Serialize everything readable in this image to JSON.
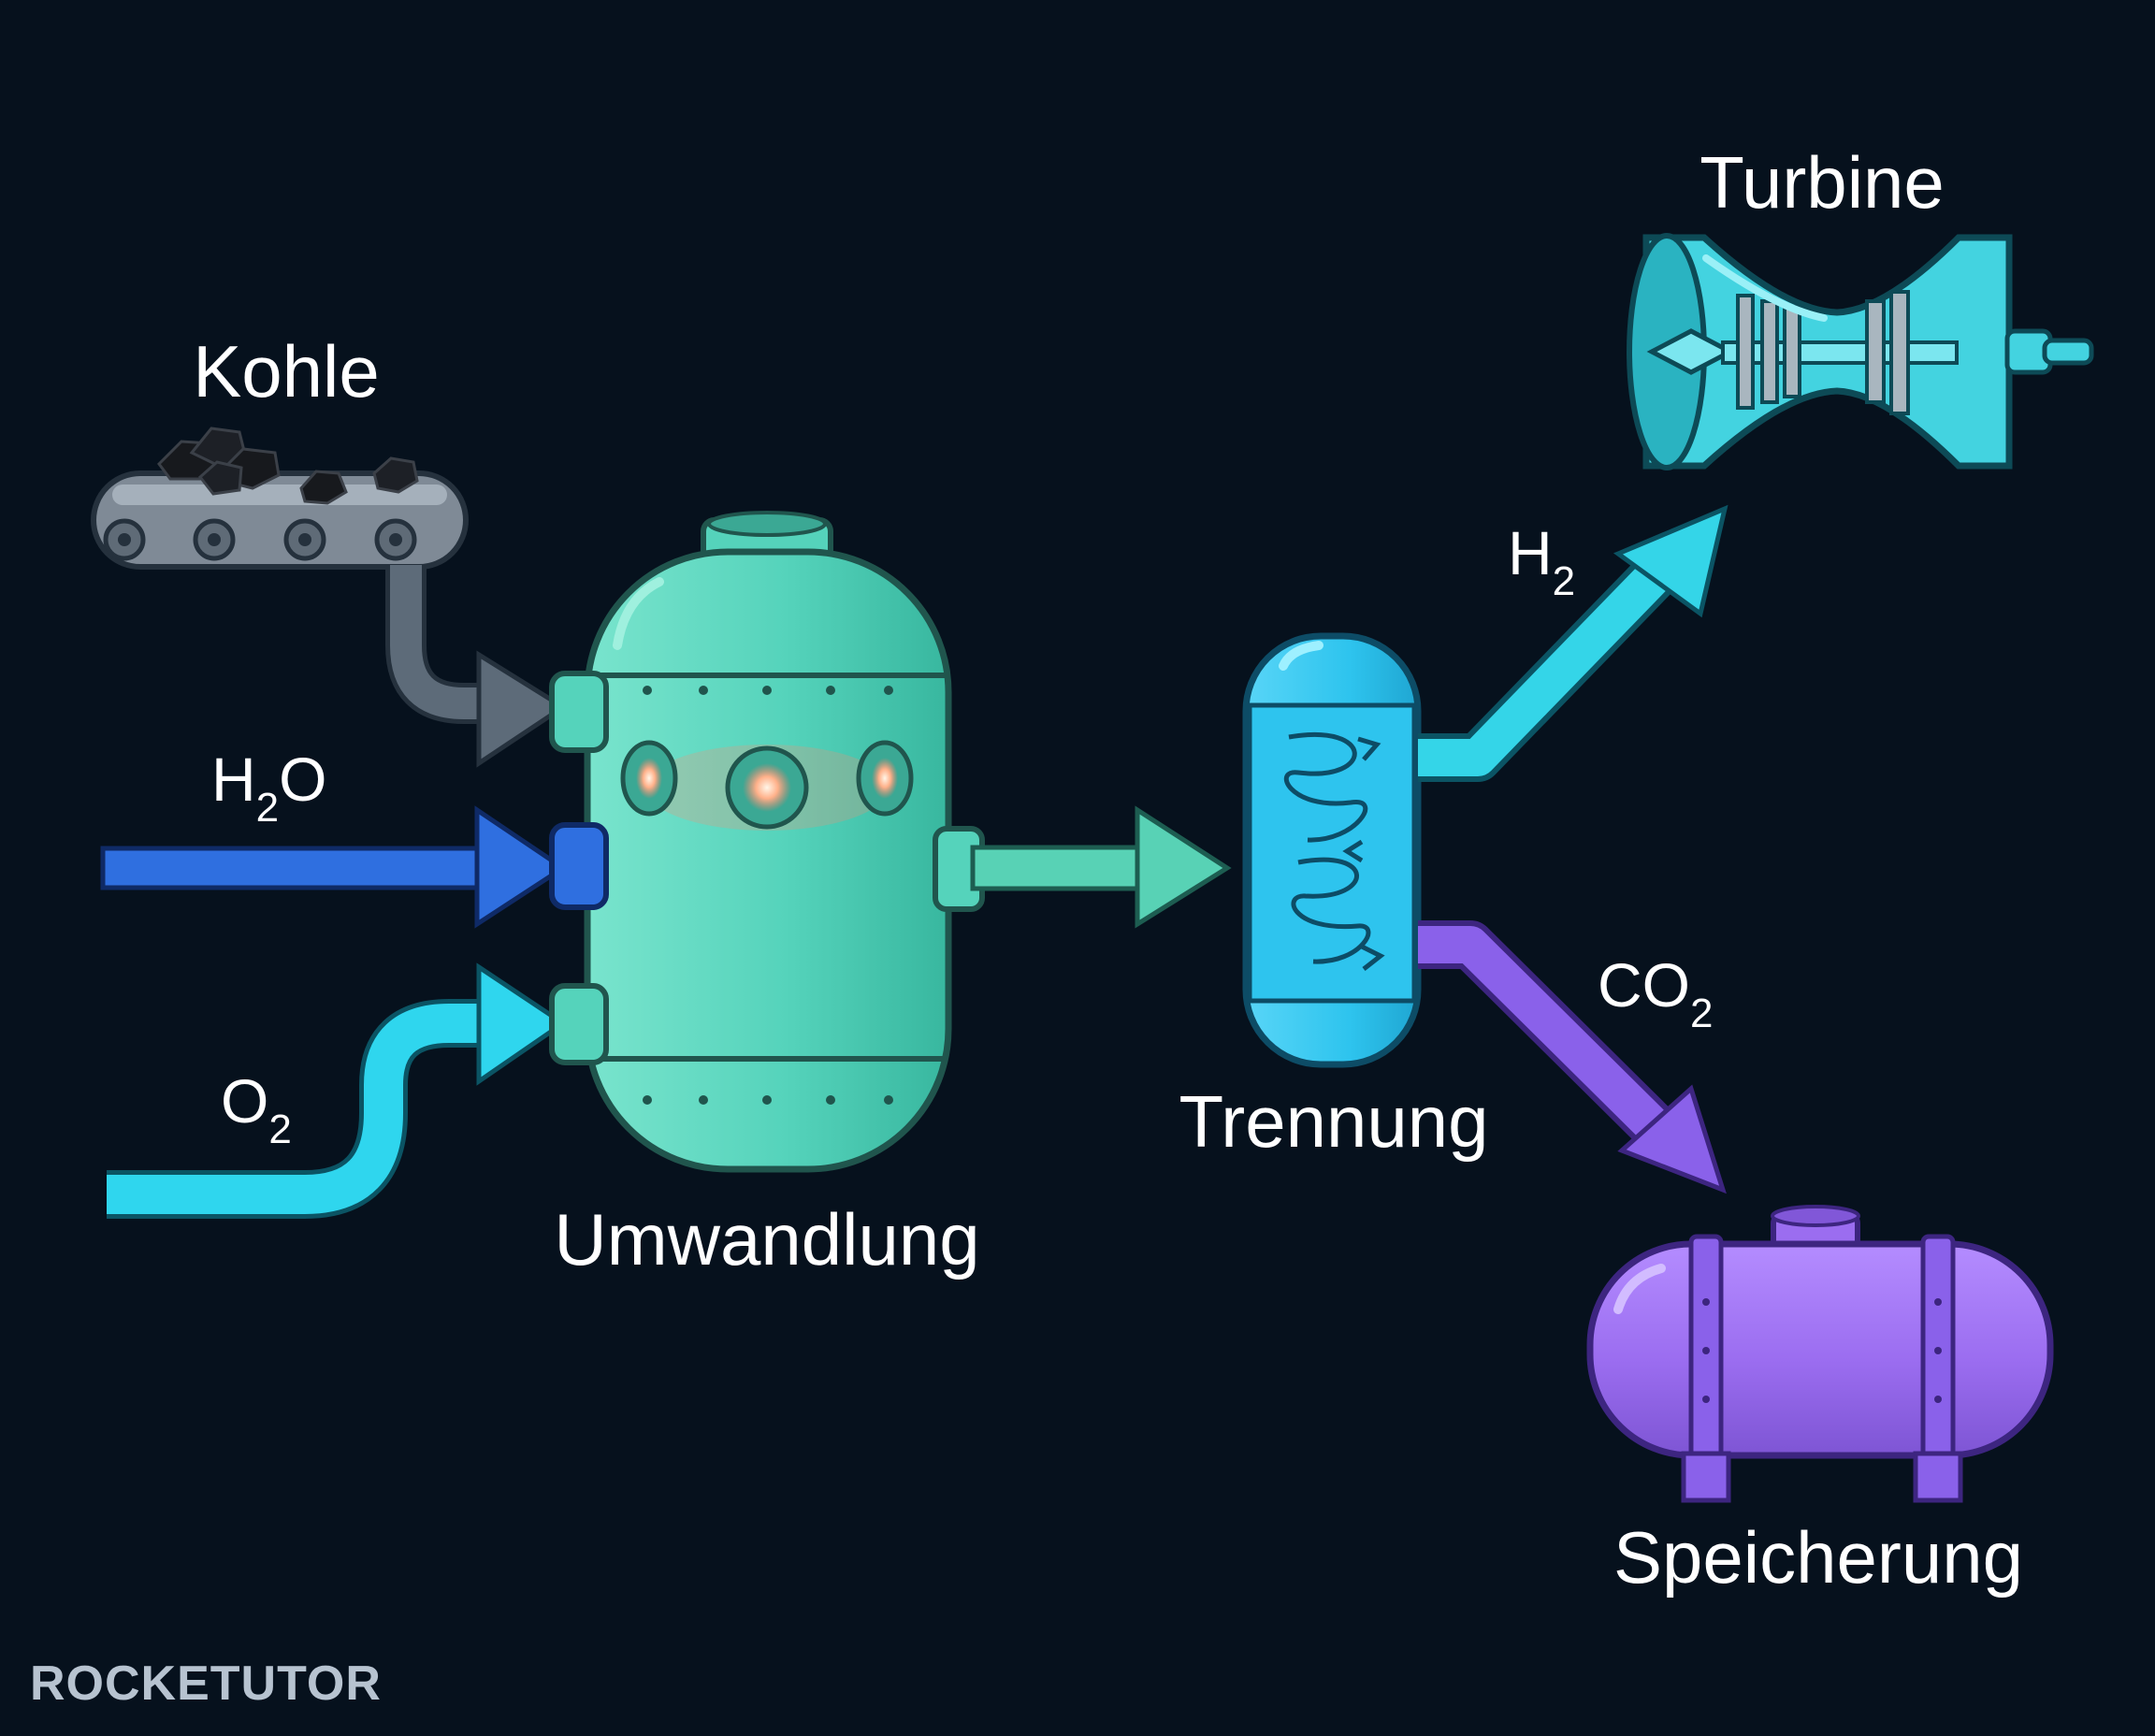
{
  "labels": {
    "coal": "Kohle",
    "conversion": "Umwandlung",
    "separation": "Trennung",
    "turbine": "Turbine",
    "storage": "Speicherung"
  },
  "flows": {
    "water": {
      "main": "H",
      "sub": "2",
      "tail": "O",
      "color": "#2f6fe0"
    },
    "oxygen": {
      "main": "O",
      "sub": "2",
      "color": "#2fd6ee"
    },
    "coal_feed": {
      "color": "#5d6b79"
    },
    "syngas": {
      "color": "#58d2b5"
    },
    "hydrogen": {
      "main": "H",
      "sub": "2",
      "color": "#34d5e8"
    },
    "carbon_dioxide": {
      "main": "CO",
      "sub": "2",
      "color": "#8a61ea"
    }
  },
  "equipment": {
    "gasifier_color": "#55d3bb",
    "separator_color": "#2ec4ee",
    "turbine_color": "#43d3e0",
    "tank_color": "#9b6df0",
    "conveyor_color": "#7f8a96",
    "coal_color": "#17191d"
  },
  "brand": {
    "text": "ROCKETUTOR",
    "color": "#b7c3d0"
  }
}
